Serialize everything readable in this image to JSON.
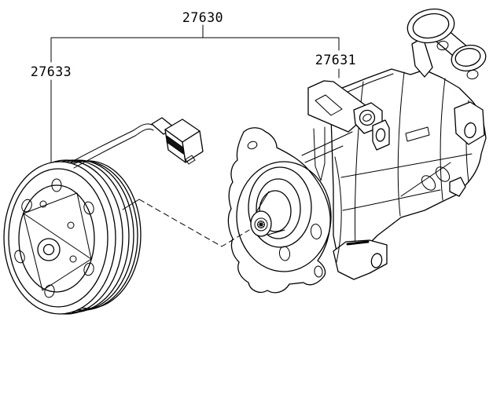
{
  "diagram": {
    "background": "#ffffff",
    "line_color": "#000000",
    "labels": [
      {
        "text": "27630"
      },
      {
        "text": "27633"
      },
      {
        "text": "27631"
      }
    ]
  }
}
